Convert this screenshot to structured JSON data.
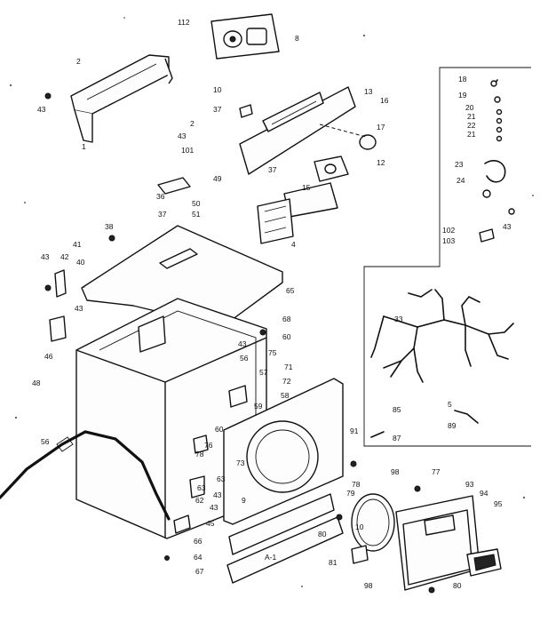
{
  "diagram": {
    "callouts": [
      "112",
      "2",
      "8",
      "43",
      "1",
      "10",
      "37",
      "13",
      "16",
      "2",
      "43",
      "101",
      "17",
      "12",
      "37",
      "15",
      "36",
      "37",
      "49",
      "50",
      "51",
      "38",
      "4",
      "41",
      "43",
      "42",
      "40",
      "65",
      "43",
      "46",
      "68",
      "60",
      "43",
      "56",
      "75",
      "57",
      "71",
      "72",
      "48",
      "58",
      "59",
      "91",
      "56",
      "60",
      "76",
      "78",
      "73",
      "63",
      "43",
      "9",
      "63",
      "62",
      "43",
      "45",
      "66",
      "64",
      "67",
      "A-1",
      "78",
      "79",
      "10",
      "80",
      "81",
      "98",
      "98",
      "77",
      "93",
      "94",
      "95",
      "80",
      "18",
      "19",
      "20",
      "21",
      "22",
      "21",
      "23",
      "24",
      "102",
      "103",
      "43",
      "33",
      "85",
      "5",
      "87",
      "89"
    ]
  }
}
